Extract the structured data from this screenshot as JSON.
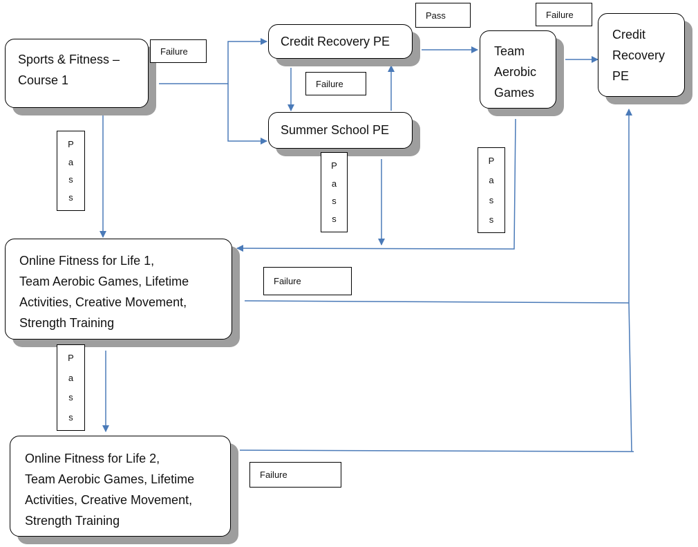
{
  "nodes": {
    "sports_fitness": {
      "lines": [
        "Sports & Fitness –",
        "Course 1"
      ]
    },
    "credit_recovery_pe_1": {
      "lines": [
        "Credit Recovery PE"
      ]
    },
    "summer_school_pe": {
      "lines": [
        "Summer School PE"
      ]
    },
    "team_aerobic_games": {
      "lines": [
        "Team",
        "Aerobic",
        "Games"
      ]
    },
    "credit_recovery_pe_2": {
      "lines": [
        "Credit",
        "Recovery",
        "PE"
      ]
    },
    "online_fitness_1": {
      "lines": [
        "Online Fitness for Life 1,",
        "Team Aerobic Games, Lifetime",
        "Activities, Creative Movement,",
        "Strength Training"
      ]
    },
    "online_fitness_2": {
      "lines": [
        "Online Fitness for Life 2,",
        "Team Aerobic  Games, Lifetime",
        "Activities, Creative Movement,",
        "Strength Training"
      ]
    }
  },
  "labels": {
    "failure_sports": "Failure",
    "failure_between_cr_ss": "Failure",
    "pass_top": "Pass",
    "failure_team_aerobic": "Failure",
    "failure_ofl1": "Failure",
    "failure_ofl2": "Failure",
    "pass_vertical": [
      "P",
      "a",
      "s",
      "s"
    ]
  },
  "colors": {
    "arrow": "#4a7ab8",
    "shadow": "#9e9e9e",
    "border": "#000000"
  }
}
